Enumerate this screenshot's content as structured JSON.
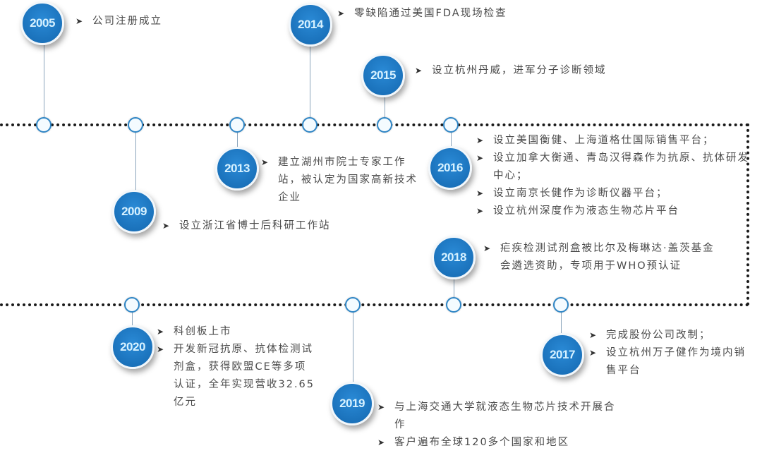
{
  "colors": {
    "bubble": "#1a7cc8",
    "node_border": "#2f86c6",
    "line": "#1a1a1a",
    "text": "#4a4a4a"
  },
  "icons": {
    "bullet": "arrow-bullet-icon"
  },
  "events": [
    {
      "year": "2005",
      "items": [
        "公司注册成立"
      ]
    },
    {
      "year": "2009",
      "items": [
        "设立浙江省博士后科研工作站"
      ]
    },
    {
      "year": "2013",
      "items": [
        "建立湖州市院士专家工作站，被认定为国家高新技术企业"
      ]
    },
    {
      "year": "2014",
      "items": [
        "零缺陷通过美国FDA现场检查"
      ]
    },
    {
      "year": "2015",
      "items": [
        "设立杭州丹威，进军分子诊断领域"
      ]
    },
    {
      "year": "2016",
      "items": [
        "设立美国衡健、上海道格仕国际销售平台；",
        "设立加拿大衡通、青岛汉得森作为抗原、抗体研发中心；",
        "设立南京长健作为诊断仪器平台；",
        "设立杭州深度作为液态生物芯片平台"
      ]
    },
    {
      "year": "2017",
      "items": [
        "完成股份公司改制；",
        "设立杭州万子健作为境内销售平台"
      ]
    },
    {
      "year": "2018",
      "items": [
        "疟疾检测试剂盒被比尔及梅琳达·盖茨基金会遴选资助，专项用于WHO预认证"
      ]
    },
    {
      "year": "2019",
      "items": [
        "与上海交通大学就液态生物芯片技术开展合作",
        "客户遍布全球120多个国家和地区"
      ]
    },
    {
      "year": "2020",
      "items": [
        "科创板上市",
        "开发新冠抗原、抗体检测试剂盒，获得欧盟CE等多项认证，全年实现营收32.65亿元"
      ]
    }
  ]
}
